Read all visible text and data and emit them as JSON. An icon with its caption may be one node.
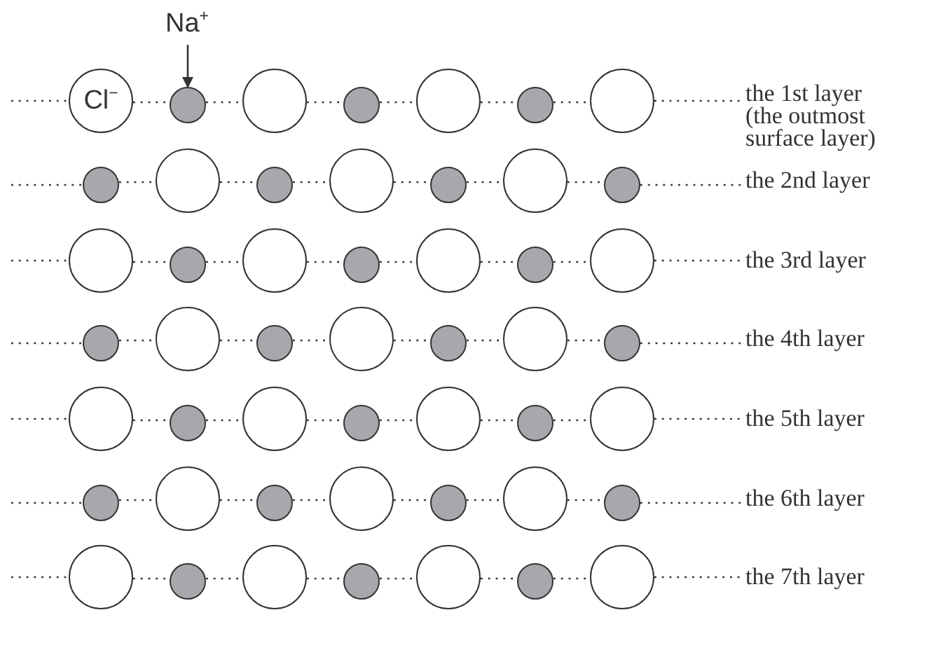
{
  "diagram": {
    "nodes": [
      {
        "text": [
          "Na$^{+}$"
        ]
      },
      {
        "text": [
          "Cl$^{−}$"
        ]
      },
      {
        "text": [],
        "shape": "circle"
      },
      {
        "text": [],
        "shape": "circle"
      },
      {
        "text": [],
        "shape": "circle"
      },
      {
        "text": [],
        "shape": "circle"
      },
      {
        "text": [],
        "shape": "circle"
      },
      {
        "text": [],
        "shape": "circle"
      },
      {
        "text": [
          "the 1st layer (the outmost surface layer)"
        ]
      },
      {
        "text": [],
        "shape": "circle"
      },
      {
        "text": [],
        "shape": "circle"
      },
      {
        "text": [],
        "shape": "circle"
      },
      {
        "text": [],
        "shape": "circle"
      },
      {
        "text": [],
        "shape": "circle"
      },
      {
        "text": [],
        "shape": "circle"
      },
      {
        "text": [],
        "shape": "circle"
      },
      {
        "text": [
          "the 2nd layer"
        ]
      },
      {
        "text": [],
        "shape": "circle"
      },
      {
        "text": [],
        "shape": "circle"
      },
      {
        "text": [],
        "shape": "circle"
      },
      {
        "text": [],
        "shape": "circle"
      },
      {
        "text": [],
        "shape": "circle"
      },
      {
        "text": [],
        "shape": "circle"
      },
      {
        "text": [],
        "shape": "circle"
      },
      {
        "text": [
          "the 3rd layer"
        ]
      },
      {
        "text": [],
        "shape": "circle"
      },
      {
        "text": [],
        "shape": "circle"
      },
      {
        "text": [],
        "shape": "circle"
      },
      {
        "text": [],
        "shape": "circle"
      },
      {
        "text": [],
        "shape": "circle"
      },
      {
        "text": [],
        "shape": "circle"
      },
      {
        "text": [],
        "shape": "circle"
      },
      {
        "text": [
          "the 4th layer"
        ]
      },
      {
        "text": [],
        "shape": "circle"
      },
      {
        "text": [],
        "shape": "circle"
      },
      {
        "text": [],
        "shape": "circle"
      },
      {
        "text": [],
        "shape": "circle"
      },
      {
        "text": [],
        "shape": "circle"
      },
      {
        "text": [],
        "shape": "circle"
      },
      {
        "text": [],
        "shape": "circle"
      },
      {
        "text": [
          "the 5th layer"
        ]
      },
      {
        "text": [],
        "shape": "circle"
      },
      {
        "text": [],
        "shape": "circle"
      },
      {
        "text": [],
        "shape": "circle"
      },
      {
        "text": [],
        "shape": "circle"
      },
      {
        "text": [],
        "shape": "circle"
      },
      {
        "text": [],
        "shape": "circle"
      },
      {
        "text": [],
        "shape": "circle"
      },
      {
        "text": [
          "the 6th layer"
        ]
      },
      {
        "text": [],
        "shape": "circle"
      },
      {
        "text": [],
        "shape": "circle"
      },
      {
        "text": [],
        "shape": "circle"
      },
      {
        "text": [],
        "shape": "circle"
      },
      {
        "text": [],
        "shape": "circle"
      },
      {
        "text": [],
        "shape": "circle"
      },
      {
        "text": [],
        "shape": "circle"
      },
      {
        "text": [
          "the 7th layer"
        ]
      }
    ],
    "edges": [
      {
        "from": 0,
        "to": 2,
        "arrow": "to"
      },
      {
        "from": null,
        "to": 1,
        "arrow": "none",
        "style": "dashed"
      },
      {
        "from": 1,
        "to": 2,
        "arrow": "none",
        "style": "dashed"
      },
      {
        "from": 2,
        "to": 3,
        "arrow": "none",
        "style": "dashed"
      },
      {
        "from": 3,
        "to": 4,
        "arrow": "none",
        "style": "dashed"
      },
      {
        "from": 4,
        "to": 5,
        "arrow": "none",
        "style": "dashed"
      },
      {
        "from": 5,
        "to": 6,
        "arrow": "none",
        "style": "dashed"
      },
      {
        "from": 6,
        "to": 7,
        "arrow": "none",
        "style": "dashed"
      },
      {
        "from": 7,
        "to": 8,
        "arrow": "none",
        "style": "dashed"
      },
      {
        "from": null,
        "to": 9,
        "arrow": "none",
        "style": "dashed"
      },
      {
        "from": 9,
        "to": 10,
        "arrow": "none",
        "style": "dashed"
      },
      {
        "from": 10,
        "to": 11,
        "arrow": "none",
        "style": "dashed"
      },
      {
        "from": 11,
        "to": 12,
        "arrow": "none",
        "style": "dashed"
      },
      {
        "from": 12,
        "to": 13,
        "arrow": "none",
        "style": "dashed"
      },
      {
        "from": 13,
        "to": 14,
        "arrow": "none",
        "style": "dashed"
      },
      {
        "from": 14,
        "to": 15,
        "arrow": "none",
        "style": "dashed"
      },
      {
        "from": 15,
        "to": 16,
        "arrow": "none",
        "style": "dashed"
      },
      {
        "from": null,
        "to": 17,
        "arrow": "none",
        "style": "dashed"
      },
      {
        "from": 17,
        "to": 18,
        "arrow": "none",
        "style": "dashed"
      },
      {
        "from": 18,
        "to": 19,
        "arrow": "none",
        "style": "dashed"
      },
      {
        "from": 19,
        "to": 20,
        "arrow": "none",
        "style": "dashed"
      },
      {
        "from": 20,
        "to": 21,
        "arrow": "none",
        "style": "dashed"
      },
      {
        "from": 21,
        "to": 22,
        "arrow": "none",
        "style": "dashed"
      },
      {
        "from": 22,
        "to": 23,
        "arrow": "none",
        "style": "dashed"
      },
      {
        "from": 23,
        "to": 24,
        "arrow": "none",
        "style": "dashed"
      },
      {
        "from": null,
        "to": 25,
        "arrow": "none",
        "style": "dashed"
      },
      {
        "from": 25,
        "to": 26,
        "arrow": "none",
        "style": "dashed"
      },
      {
        "from": 26,
        "to": 27,
        "arrow": "none",
        "style": "dashed"
      },
      {
        "from": 27,
        "to": 28,
        "arrow": "none",
        "style": "dashed"
      },
      {
        "from": 28,
        "to": 29,
        "arrow": "none",
        "style": "dashed"
      },
      {
        "from": 29,
        "to": 30,
        "arrow": "none",
        "style": "dashed"
      },
      {
        "from": 30,
        "to": 31,
        "arrow": "none",
        "style": "dashed"
      },
      {
        "from": 31,
        "to": 32,
        "arrow": "none",
        "style": "dashed"
      },
      {
        "from": null,
        "to": 33,
        "arrow": "none",
        "style": "dashed"
      },
      {
        "from": 33,
        "to": 34,
        "arrow": "none",
        "style": "dashed"
      },
      {
        "from": 34,
        "to": 35,
        "arrow": "none",
        "style": "dashed"
      },
      {
        "from": 35,
        "to": 36,
        "arrow": "none",
        "style": "dashed"
      },
      {
        "from": 36,
        "to": 37,
        "arrow": "none",
        "style": "dashed"
      },
      {
        "from": 37,
        "to": 38,
        "arrow": "none",
        "style": "dashed"
      },
      {
        "from": 38,
        "to": 39,
        "arrow": "none",
        "style": "dashed"
      },
      {
        "from": 39,
        "to": 40,
        "arrow": "none",
        "style": "dashed"
      },
      {
        "from": null,
        "to": 41,
        "arrow": "none",
        "style": "dashed"
      },
      {
        "from": 41,
        "to": 42,
        "arrow": "none",
        "style": "dashed"
      },
      {
        "from": 42,
        "to": 43,
        "arrow": "none",
        "style": "dashed"
      },
      {
        "from": 43,
        "to": 44,
        "arrow": "none",
        "style": "dashed"
      },
      {
        "from": 44,
        "to": 45,
        "arrow": "none",
        "style": "dashed"
      },
      {
        "from": 45,
        "to": 46,
        "arrow": "none",
        "style": "dashed"
      },
      {
        "from": 46,
        "to": 47,
        "arrow": "none",
        "style": "dashed"
      },
      {
        "from": 47,
        "to": 48,
        "arrow": "none",
        "style": "dashed"
      },
      {
        "from": null,
        "to": 49,
        "arrow": "none",
        "style": "dashed"
      },
      {
        "from": 49,
        "to": 50,
        "arrow": "none",
        "style": "dashed"
      },
      {
        "from": 50,
        "to": 51,
        "arrow": "none",
        "style": "dashed"
      },
      {
        "from": 51,
        "to": 52,
        "arrow": "none",
        "style": "dashed"
      },
      {
        "from": 52,
        "to": 53,
        "arrow": "none",
        "style": "dashed"
      },
      {
        "from": 53,
        "to": 54,
        "arrow": "none",
        "style": "dashed"
      },
      {
        "from": 54,
        "to": 55,
        "arrow": "none",
        "style": "dashed"
      },
      {
        "from": 55,
        "to": 56,
        "arrow": "none",
        "style": "dashed"
      }
    ]
  }
}
